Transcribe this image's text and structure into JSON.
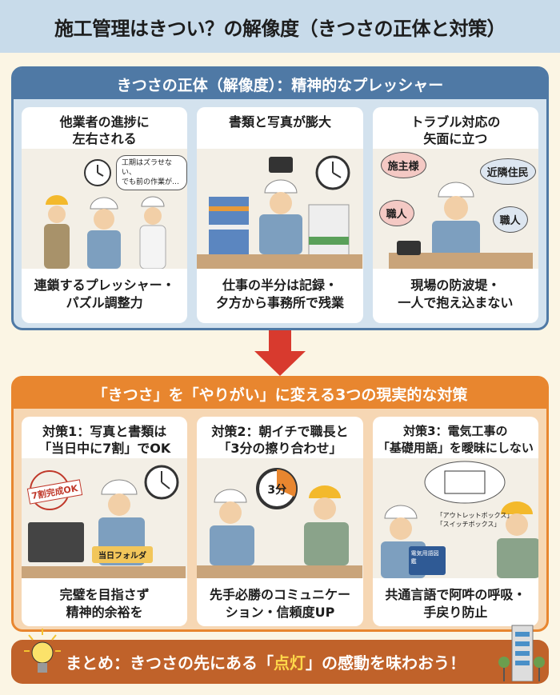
{
  "title": "施工管理はきつい？の解像度（きつさの正体と対策）",
  "problems": {
    "heading": "きつさの正体（解像度）：精神的なプレッシャー",
    "cards": [
      {
        "title": "他業者の進捗に\n左右される",
        "bubble": "工期はズラせない、\nでも前の作業が…",
        "caption": "連鎖するプレッシャー・\nパズル調整力"
      },
      {
        "title": "書類と写真が膨大",
        "caption": "仕事の半分は記録・\n夕方から事務所で残業"
      },
      {
        "title": "トラブル対応の\n矢面に立つ",
        "bubbles": [
          "施主様",
          "近隣住民",
          "職人",
          "職人"
        ],
        "caption": "現場の防波堤・\n一人で抱え込まない"
      }
    ]
  },
  "solutions": {
    "heading": "「きつさ」を「やりがい」に変える3つの現実的な対策",
    "cards": [
      {
        "title": "対策1：写真と書類は\n「当日中に7割」でOK",
        "stamp": "7割完成OK",
        "folder": "当日フォルダ",
        "caption": "完璧を目指さず\n精神的余裕を"
      },
      {
        "title": "対策2：朝イチで職長と\n「3分の擦り合わせ」",
        "timer": "3分",
        "caption": "先手必勝のコミュニケー\nション・信頼度UP"
      },
      {
        "title": "対策3：電気工事の\n「基礎用語」を曖昧にしない",
        "terms": "「アウトレットボックス」\n「スイッチボックス」",
        "book": "電気用語図鑑",
        "caption": "共通言語で阿吽の呼吸・\n手戻り防止"
      }
    ]
  },
  "summary": {
    "before": "まとめ：きつさの先にある「",
    "highlight": "点灯",
    "after": "」の感動を味わおう！"
  },
  "colors": {
    "header_bg": "#c8dbea",
    "blue": "#4f79a5",
    "orange": "#e8862f",
    "banner": "#c0622a",
    "arrow": "#d83a2e",
    "highlight": "#ffd84a"
  }
}
